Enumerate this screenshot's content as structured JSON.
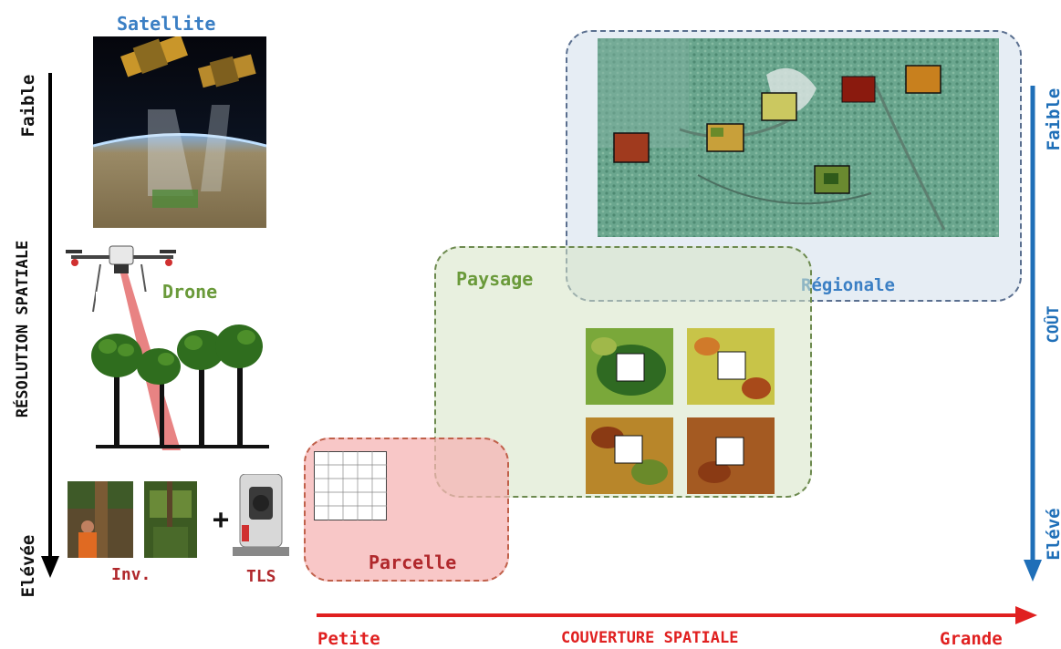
{
  "left_axis": {
    "title": "RÉSOLUTION SPATIALE",
    "top_label": "Faible",
    "bottom_label": "Elévée"
  },
  "right_axis": {
    "title": "COÛT",
    "top_label": "Faible",
    "bottom_label": "Elévé"
  },
  "bottom_axis": {
    "title": "COUVERTURE SPATIALE",
    "left_label": "Petite",
    "right_label": "Grande"
  },
  "platforms": {
    "satellite": "Satellite",
    "drone": "Drone",
    "inventory": "Inv.",
    "tls": "TLS",
    "plus": "+"
  },
  "scales": {
    "plot": "Parcelle",
    "landscape": "Paysage",
    "regional": "Régionale"
  },
  "colors": {
    "red": "#e02020",
    "blue": "#1f6fb8",
    "green": "#6a9a3a",
    "satellite_blue": "#3b7fc4",
    "dark_red": "#b0282c",
    "regional_border": "#5a6f8f",
    "landscape_border": "#6d8a4f",
    "plot_border": "#c0604a"
  }
}
